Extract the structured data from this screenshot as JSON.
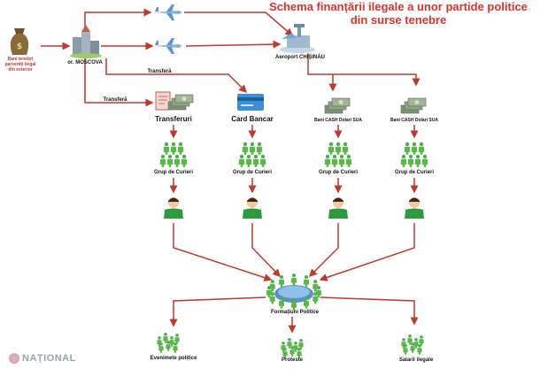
{
  "title": [
    "Schema  finanțării ilegale a unor partide politice",
    "din surse tenebre"
  ],
  "nodes": {
    "source": "Bani tenebri parveniți ilegal din exterior",
    "moscow": "or. MOSCOVA",
    "airport": "Aeroport CHIȘINĂU",
    "transfers": "Transferuri",
    "card": "Card Bancar",
    "cash1": "Bani CASH Dolari SUA",
    "cash2": "Bani CASH Dolari SUA",
    "couriers": [
      "Grup de Curieri",
      "Grup de Curieri",
      "Grup de Curieri",
      "Grup de Curieri"
    ],
    "formations": "Formațiuni Politice",
    "events": "Evenimete politice",
    "protests": "Proteste",
    "salaries": "Salarii ilegale"
  },
  "edge_labels": {
    "transfer_top": "Transferă",
    "transfer_left": "Transferă"
  },
  "logo": {
    "text": "NAȚIONAL"
  },
  "colors": {
    "arrow": "#c0392b",
    "title": "#d9342b",
    "person": "#58b848",
    "person_dark": "#2e7d32",
    "money": "#7c8c72",
    "plane": "#6ea6d8"
  }
}
